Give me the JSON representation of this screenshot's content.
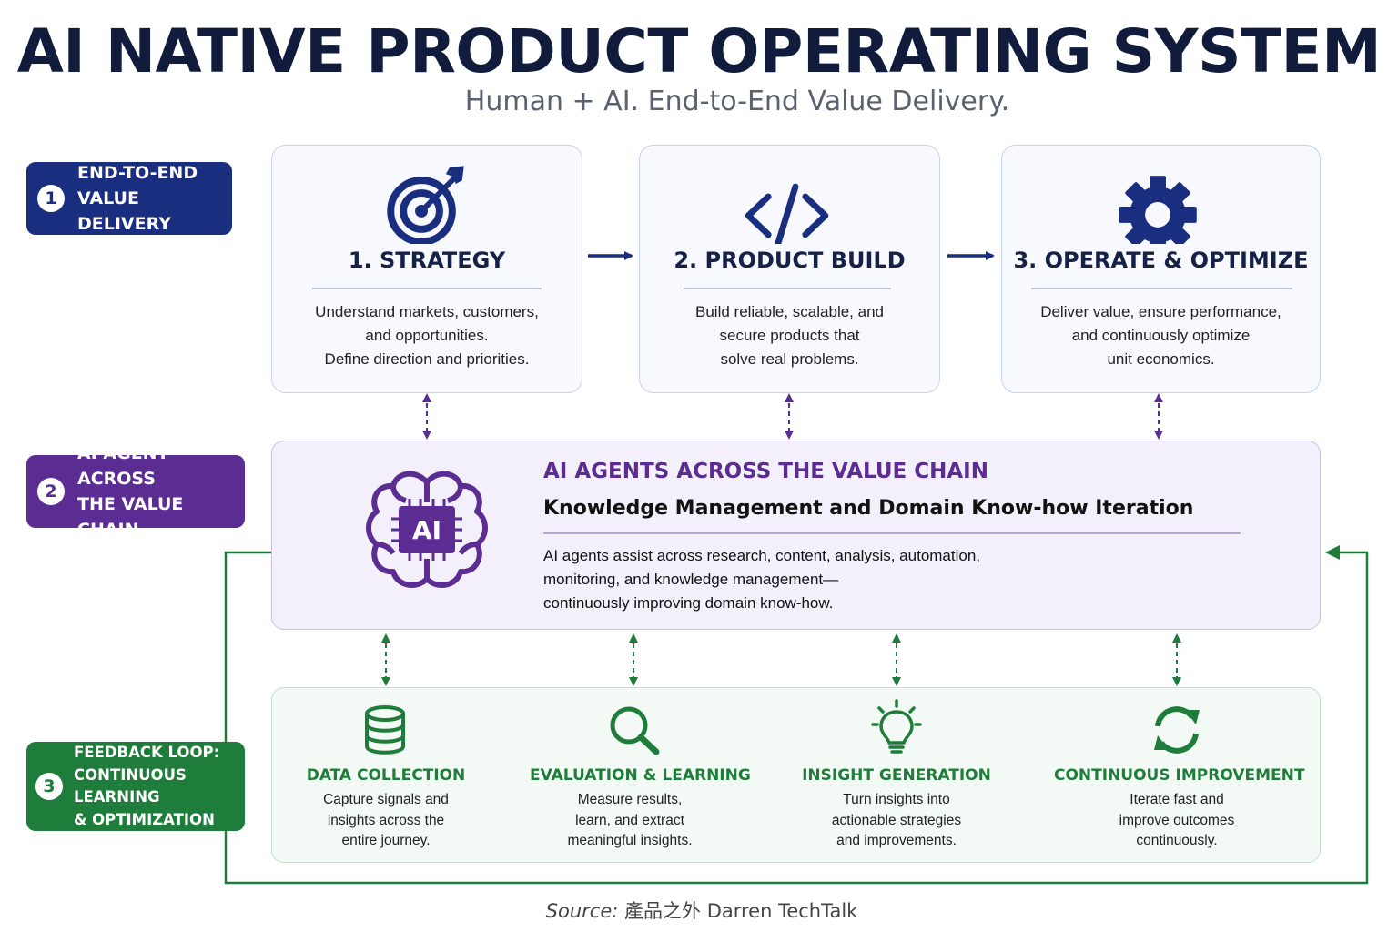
{
  "header": {
    "title": "AI NATIVE PRODUCT OPERATING SYSTEM",
    "subtitle": "Human + AI. End-to-End Value Delivery."
  },
  "side_labels": [
    {
      "number": "1",
      "lines": [
        "END-TO-END",
        "VALUE DELIVERY"
      ],
      "color": "#1a2e7f"
    },
    {
      "number": "2",
      "lines": [
        "AI AGENT ACROSS",
        "THE VALUE CHAIN"
      ],
      "color": "#5b2c91"
    },
    {
      "number": "3",
      "lines": [
        "FEEDBACK LOOP:",
        "CONTINUOUS LEARNING",
        "& OPTIMIZATION"
      ],
      "color": "#1e7d3a"
    }
  ],
  "stages": [
    {
      "title": "1. STRATEGY",
      "icon": "target-icon",
      "description": "Understand markets, customers,\nand opportunities.\nDefine direction and priorities."
    },
    {
      "title": "2. PRODUCT BUILD",
      "icon": "code-icon",
      "description": "Build reliable, scalable, and\nsecure products that\nsolve real problems."
    },
    {
      "title": "3. OPERATE & OPTIMIZE",
      "icon": "gear-icon",
      "description": "Deliver value, ensure performance,\nand continuously optimize\nunit economics."
    }
  ],
  "ai_agents": {
    "heading": "AI AGENTS ACROSS THE VALUE CHAIN",
    "subheading": "Knowledge Management and Domain Know-how Iteration",
    "description": "AI agents assist across research, content, analysis, automation,\nmonitoring, and knowledge management—\ncontinuously improving domain know-how.",
    "icon_label": "AI",
    "icon": "ai-brain-icon"
  },
  "feedback_loop": [
    {
      "title": "DATA COLLECTION",
      "icon": "database-icon",
      "description": "Capture signals and\ninsights across the\nentire journey."
    },
    {
      "title": "EVALUATION & LEARNING",
      "icon": "magnifier-icon",
      "description": "Measure results,\nlearn, and extract\nmeaningful insights."
    },
    {
      "title": "INSIGHT GENERATION",
      "icon": "lightbulb-icon",
      "description": "Turn insights into\nactionable strategies\nand improvements."
    },
    {
      "title": "CONTINUOUS IMPROVEMENT",
      "icon": "refresh-icon",
      "description": "Iterate fast and\nimprove outcomes\ncontinuously."
    }
  ],
  "source": {
    "label": "Source:",
    "text": "產品之外 Darren TechTalk"
  },
  "colors": {
    "navy": "#1a2e7f",
    "purple": "#5b2c91",
    "green": "#1e7d3a"
  }
}
